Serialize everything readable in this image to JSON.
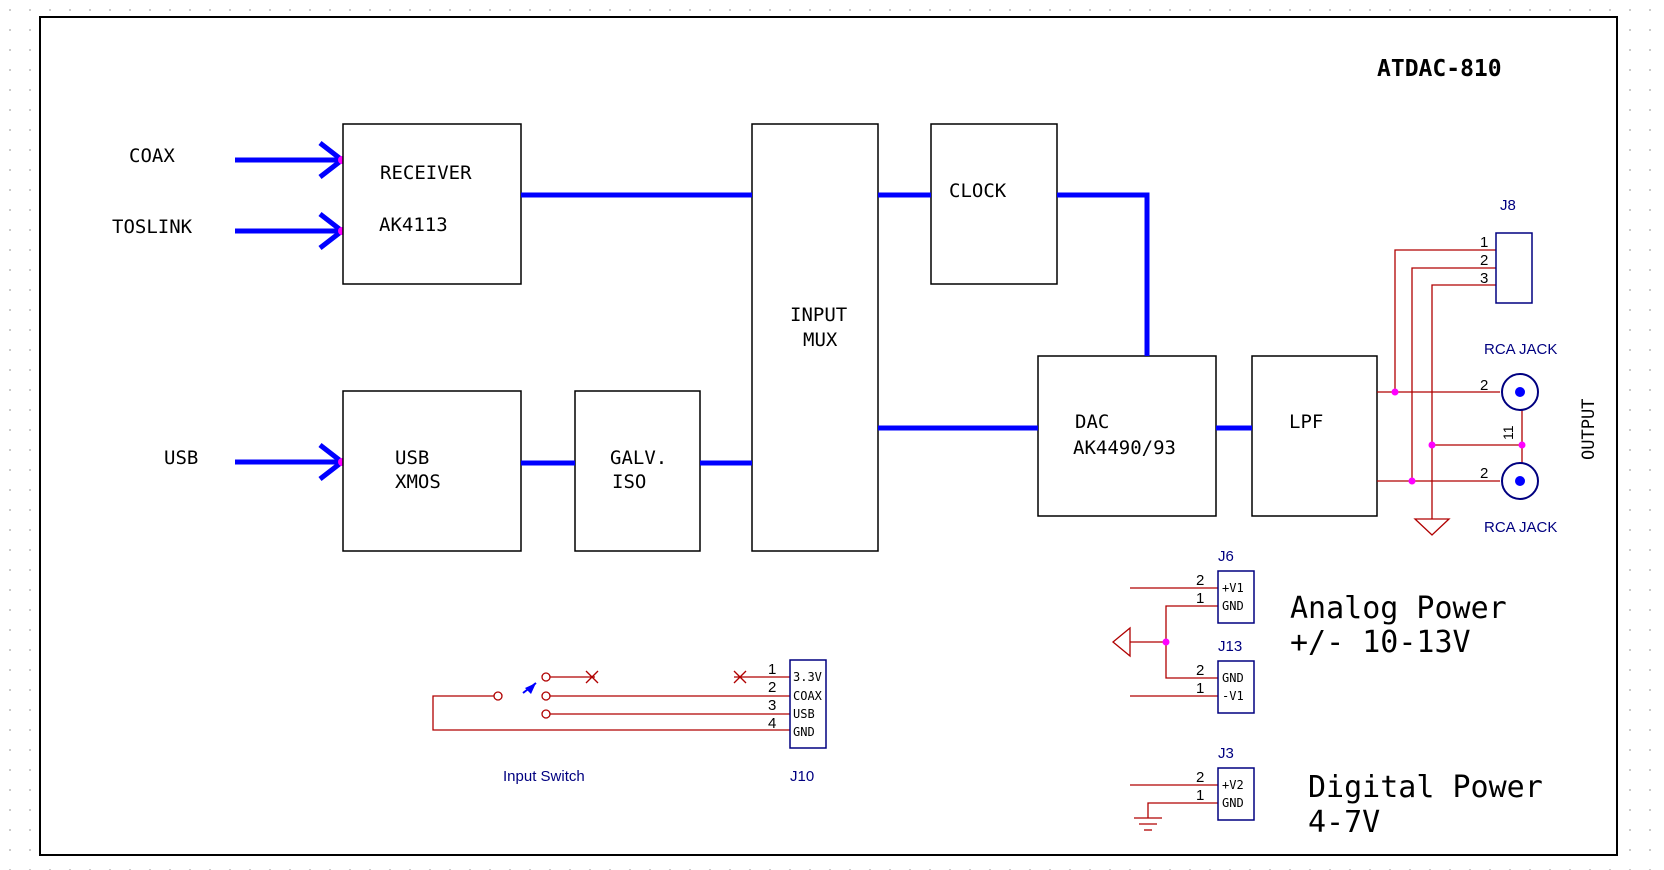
{
  "title": "ATDAC-810",
  "inputs": {
    "coax": "COAX",
    "toslink": "TOSLINK",
    "usb": "USB"
  },
  "blocks": {
    "receiver": [
      "RECEIVER",
      "AK4113"
    ],
    "usb_xmos": [
      "USB",
      "XMOS"
    ],
    "galv_iso": [
      "GALV.",
      "ISO"
    ],
    "input_mux": [
      "INPUT",
      "MUX"
    ],
    "clock": [
      "CLOCK"
    ],
    "dac": [
      "DAC",
      "AK4490/93"
    ],
    "lpf": [
      "LPF"
    ]
  },
  "output": {
    "j8": {
      "ref": "J8",
      "pins": [
        "1",
        "2",
        "3"
      ]
    },
    "rca_top": {
      "label": "RCA JACK",
      "pin": "2"
    },
    "rca_bottom": {
      "label": "RCA JACK",
      "pin": "2"
    },
    "shield_pins": "11",
    "output_label": "OUTPUT"
  },
  "power": {
    "j6": {
      "ref": "J6",
      "pins": [
        "2",
        "1"
      ],
      "signals": [
        "+V1",
        "GND"
      ]
    },
    "j13": {
      "ref": "J13",
      "pins": [
        "2",
        "1"
      ],
      "signals": [
        "GND",
        "-V1"
      ]
    },
    "j3": {
      "ref": "J3",
      "pins": [
        "2",
        "1"
      ],
      "signals": [
        "+V2",
        "GND"
      ]
    },
    "analog_label": [
      "Analog Power",
      "+/- 10-13V"
    ],
    "digital_label": [
      "Digital Power",
      "4-7V"
    ]
  },
  "switch": {
    "j10": {
      "ref": "J10",
      "pins": [
        "1",
        "2",
        "3",
        "4"
      ],
      "signals": [
        "3.3V",
        "COAX",
        "USB",
        "GND"
      ]
    },
    "label": "Input Switch"
  },
  "colors": {
    "bus": "#0000ff",
    "wire": "#b00000",
    "junction": "#ff00ff",
    "ref_text": "#000080",
    "box": "#000000"
  }
}
